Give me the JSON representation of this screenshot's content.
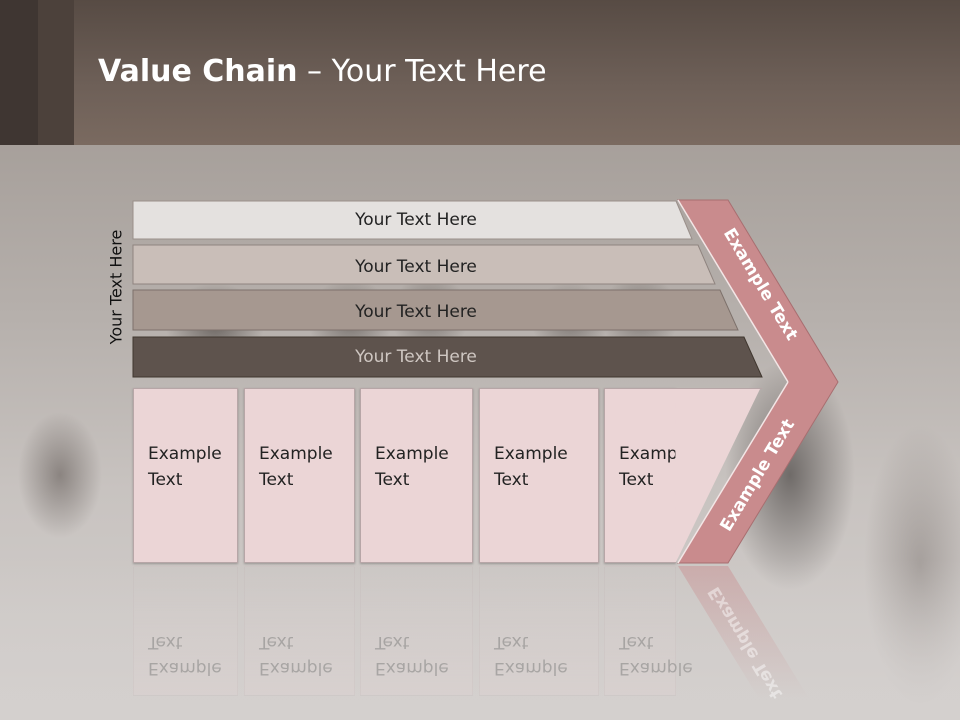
{
  "title": {
    "bold": "Value Chain",
    "rest": " – Your Text Here"
  },
  "side_label": "Your Text Here",
  "bars": [
    {
      "label": "Your Text Here",
      "color": "#e4e1df"
    },
    {
      "label": "Your Text Here",
      "color": "#c9beb8"
    },
    {
      "label": "Your Text Here",
      "color": "#a69890"
    },
    {
      "label": "Your Text Here",
      "color": "#5e534d"
    }
  ],
  "chevron": {
    "top_label": "Example Text",
    "bottom_label": "Example Text",
    "color": "#c98b8d"
  },
  "boxes": [
    {
      "label": "Example\nText"
    },
    {
      "label": "Example\nText"
    },
    {
      "label": "Example\nText"
    },
    {
      "label": "Example\nText"
    },
    {
      "label": "Example\nText"
    }
  ]
}
